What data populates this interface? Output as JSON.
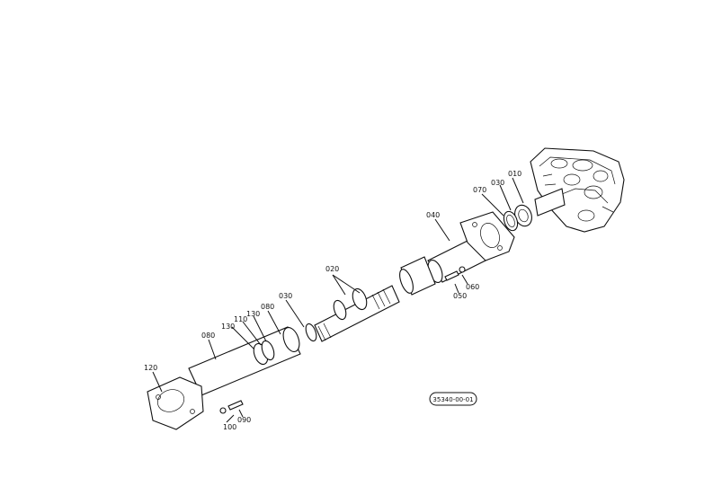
{
  "diagram": {
    "part_labels": {
      "p010": "010",
      "p020": "020",
      "p030a": "030",
      "p030b": "030",
      "p040": "040",
      "p050": "050",
      "p060a": "060",
      "p060b": "080",
      "p070": "070",
      "p080": "080",
      "p090": "090",
      "p100": "100",
      "p110": "110",
      "p120": "120",
      "p130a": "130",
      "p130b": "130"
    },
    "reference_code": "35340-00-01"
  }
}
